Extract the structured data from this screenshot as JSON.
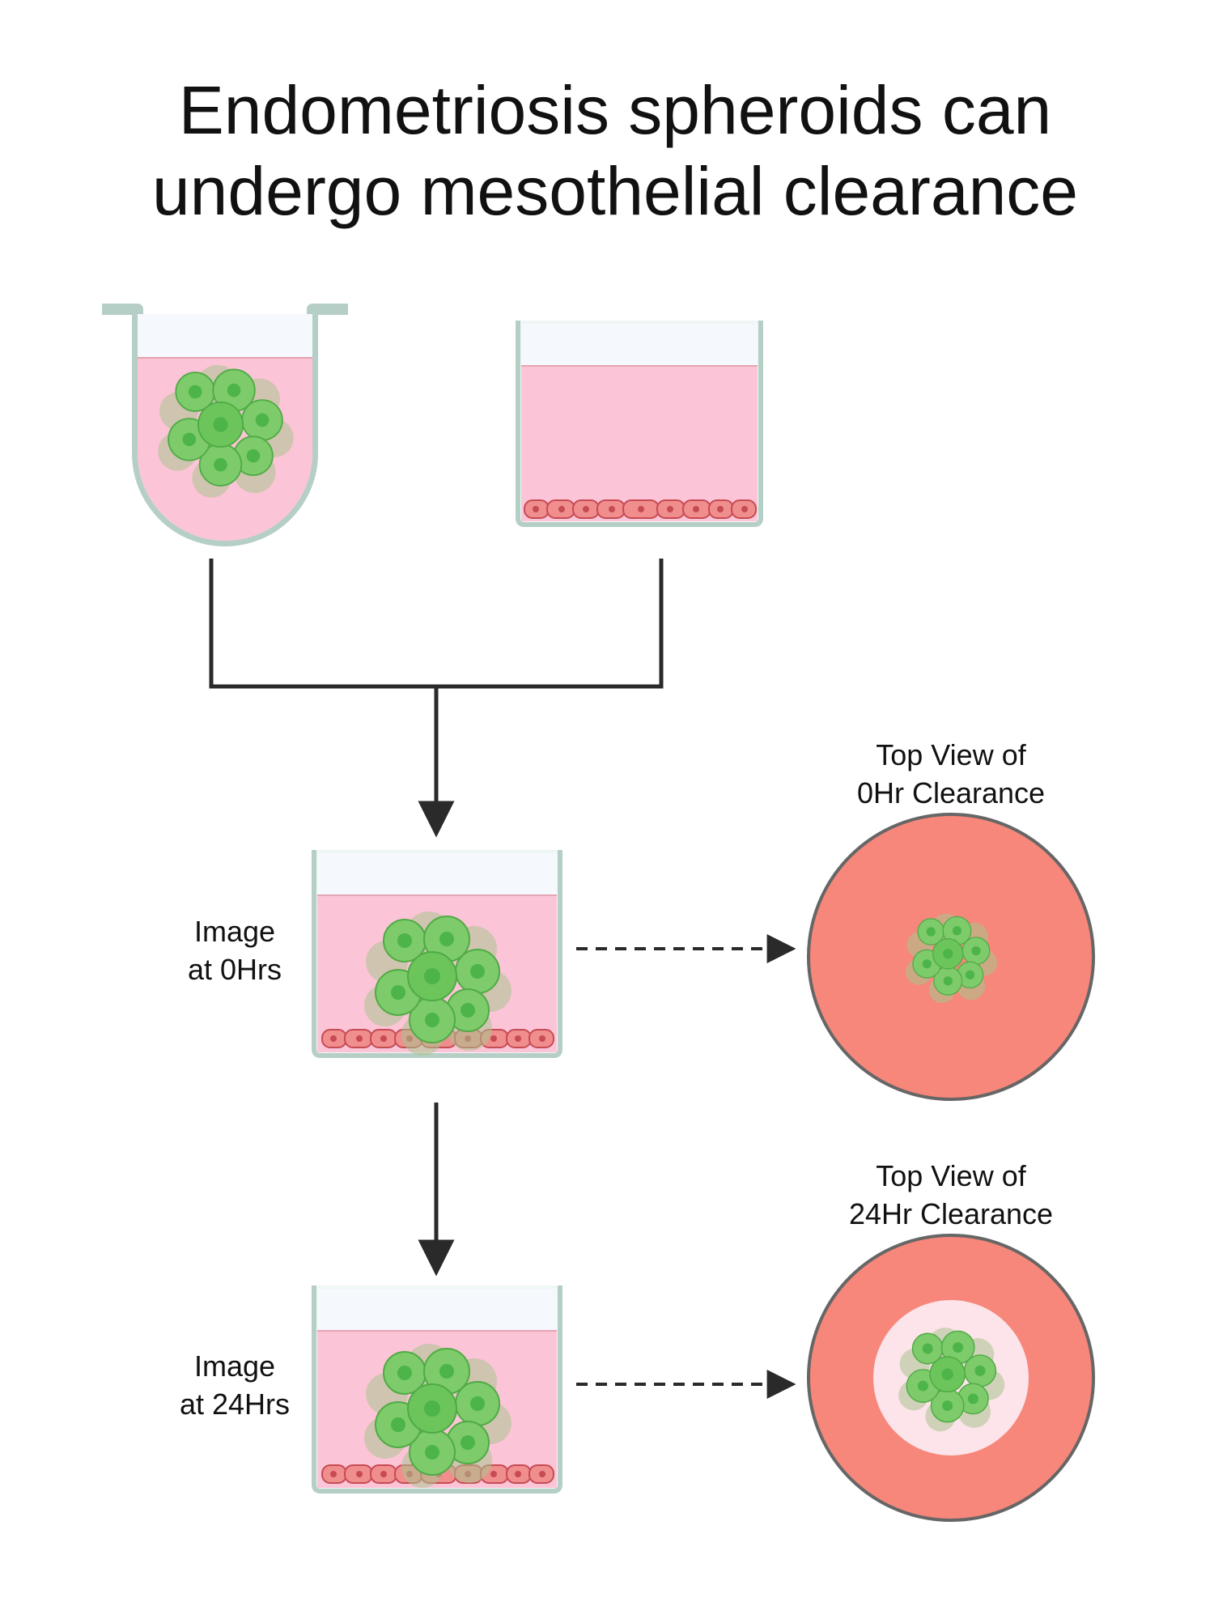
{
  "title": {
    "line1": "Endometriosis spheroids can",
    "line2": "undergo mesothelial clearance"
  },
  "labels": {
    "image_0hrs_line1": "Image",
    "image_0hrs_line2": "at 0Hrs",
    "image_24hrs_line1": "Image",
    "image_24hrs_line2": "at 24Hrs",
    "top_view_0hr_line1": "Top View of",
    "top_view_0hr_line2": "0Hr Clearance",
    "top_view_24hr_line1": "Top View of",
    "top_view_24hr_line2": "24Hr Clearance"
  },
  "colors": {
    "medium_pink": "#fcc4d7",
    "well_stroke": "#b5cfc6",
    "well_fill": "#eef7f3",
    "air_fill": "#f5f8fd",
    "mesothelial_cell": "#f08d8d",
    "mesothelial_stroke": "#c64b54",
    "spheroid_cell": "#76cf66",
    "spheroid_dark": "#4cb448",
    "spheroid_halo": "#9fbf84",
    "dish_fill": "#f6877a",
    "clearance_zone": "#fde3ea",
    "arrow": "#2a2a2a"
  }
}
